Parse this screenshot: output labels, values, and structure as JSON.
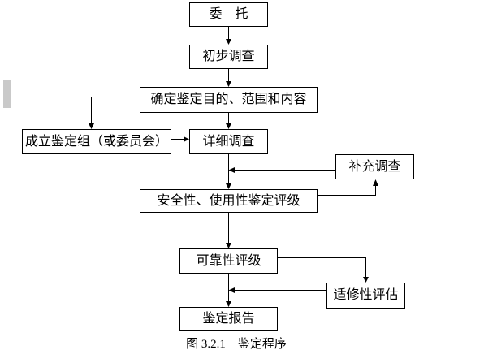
{
  "figure": {
    "caption": "图 3.2.1　鉴定程序",
    "nodes": {
      "entrust": "委　托",
      "preliminary_survey": "初步调查",
      "determine_scope": "确定鉴定目的、范围和内容",
      "form_appraisal_group": "成立鉴定组（或委员会）",
      "detailed_survey": "详细调查",
      "supplementary_survey": "补充调查",
      "safety_serviceability_rating": "安全性、使用性鉴定评级",
      "reliability_rating": "可靠性评级",
      "repairability_assessment": "适修性评估",
      "appraisal_report": "鉴定报告"
    },
    "edges": [
      {
        "from": "entrust",
        "to": "preliminary_survey"
      },
      {
        "from": "preliminary_survey",
        "to": "determine_scope"
      },
      {
        "from": "determine_scope",
        "to": "form_appraisal_group"
      },
      {
        "from": "form_appraisal_group",
        "to": "detailed_survey"
      },
      {
        "from": "determine_scope",
        "to": "detailed_survey"
      },
      {
        "from": "detailed_survey",
        "to": "safety_serviceability_rating"
      },
      {
        "from": "supplementary_survey",
        "to": "safety_serviceability_rating"
      },
      {
        "from": "safety_serviceability_rating",
        "to": "supplementary_survey"
      },
      {
        "from": "safety_serviceability_rating",
        "to": "reliability_rating"
      },
      {
        "from": "reliability_rating",
        "to": "repairability_assessment"
      },
      {
        "from": "repairability_assessment",
        "to": "appraisal_report"
      },
      {
        "from": "reliability_rating",
        "to": "appraisal_report"
      }
    ],
    "colors": {
      "line": "#000000",
      "box_border": "#000000",
      "box_fill": "#ffffff",
      "background": "#ffffff",
      "left_margin_marker": "#c9c9c9"
    }
  }
}
